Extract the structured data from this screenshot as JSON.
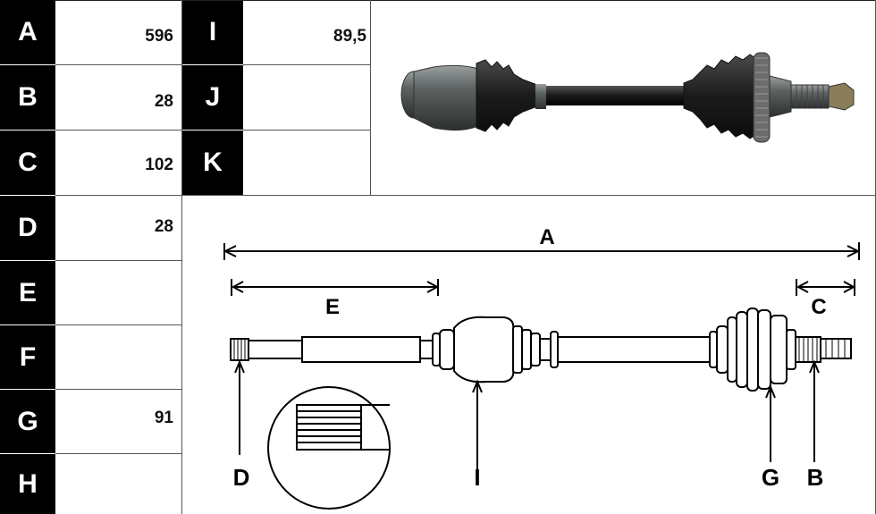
{
  "rows_left": [
    {
      "letter": "A",
      "value": "596"
    },
    {
      "letter": "B",
      "value": "28"
    },
    {
      "letter": "C",
      "value": "102"
    },
    {
      "letter": "D",
      "value": "28"
    },
    {
      "letter": "E",
      "value": ""
    },
    {
      "letter": "F",
      "value": ""
    },
    {
      "letter": "G",
      "value": "91"
    },
    {
      "letter": "H",
      "value": ""
    }
  ],
  "rows_right": [
    {
      "letter": "I",
      "value": "89,5"
    },
    {
      "letter": "J",
      "value": ""
    },
    {
      "letter": "K",
      "value": ""
    }
  ],
  "diagram": {
    "dim_a": "A",
    "dim_e": "E",
    "dim_c": "C",
    "callout_d": "D",
    "callout_i": "I",
    "callout_g": "G",
    "callout_b": "B"
  }
}
